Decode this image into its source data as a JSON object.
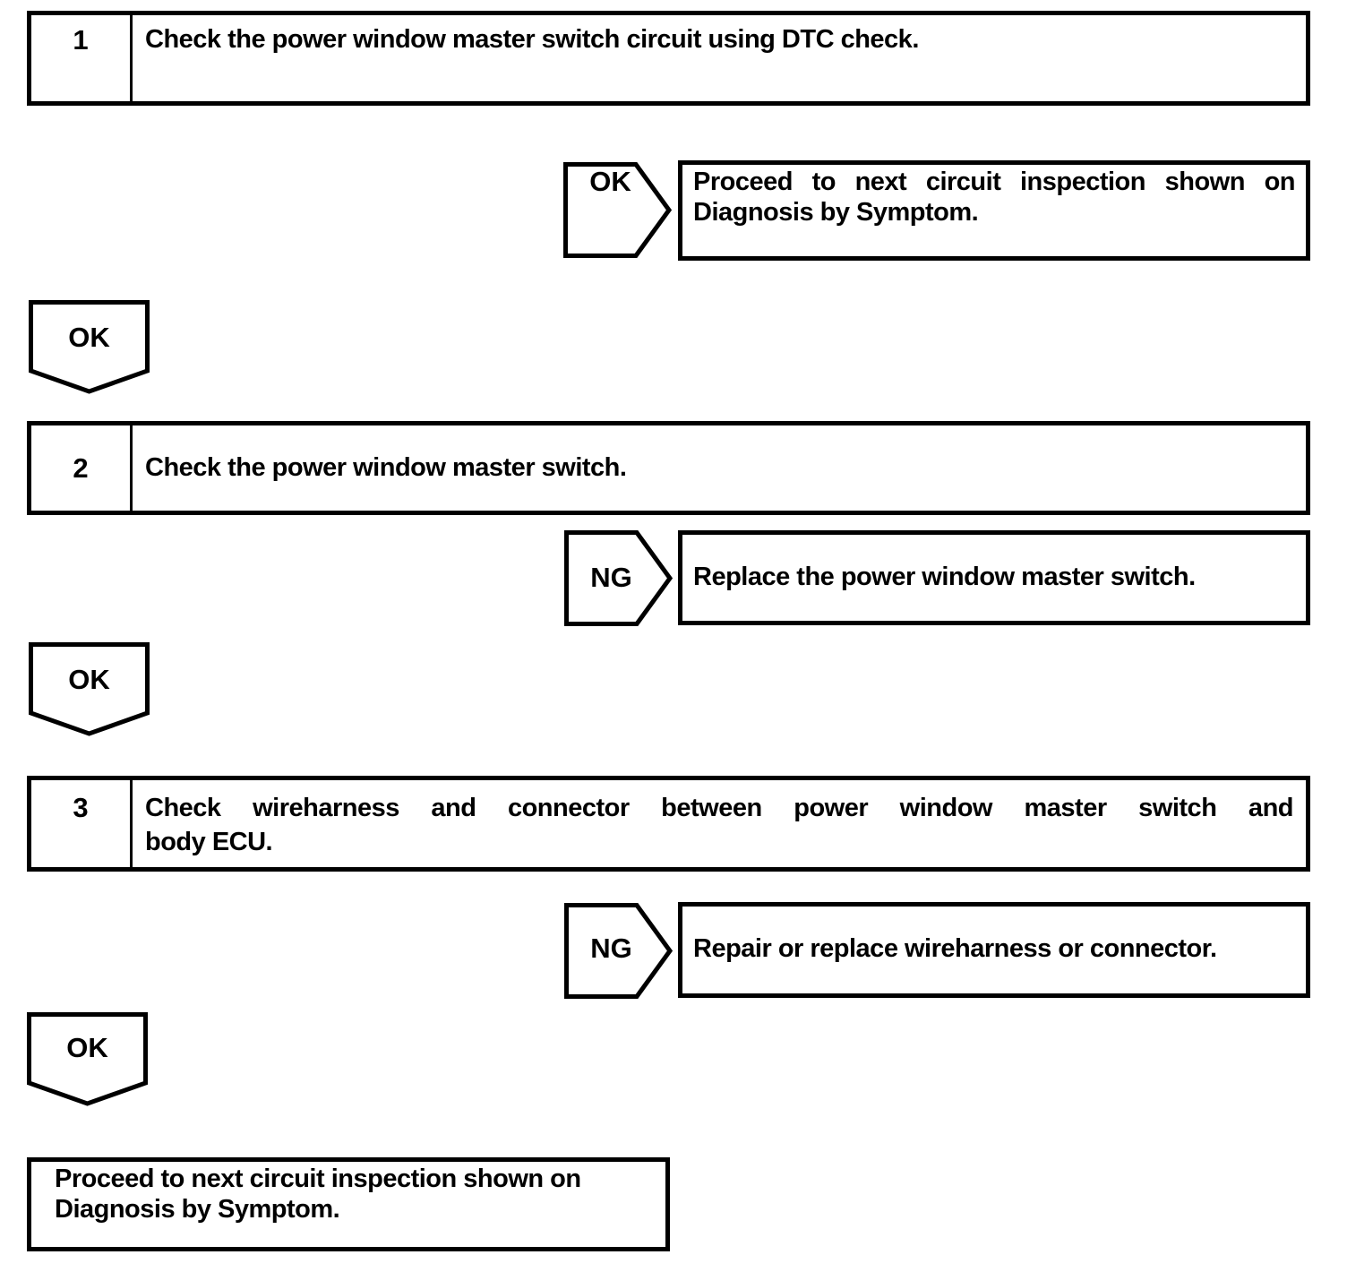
{
  "colors": {
    "ink": "#000000",
    "paper": "#ffffff"
  },
  "steps": [
    {
      "number": "1",
      "lines": [
        "Check the power window master switch circuit using DTC check."
      ]
    },
    {
      "number": "2",
      "lines": [
        "Check the power window master switch."
      ]
    },
    {
      "number": "3",
      "lines": [
        "Check wireharness and connector between power window master switch and",
        "body ECU."
      ]
    }
  ],
  "branches": [
    {
      "label": "OK",
      "lines": [
        "Proceed to next circuit inspection shown on",
        "Diagnosis by Symptom."
      ]
    },
    {
      "label": "NG",
      "lines": [
        "Replace the power window master switch."
      ]
    },
    {
      "label": "NG",
      "lines": [
        "Repair or replace wireharness or connector."
      ]
    }
  ],
  "connectors": [
    {
      "label": "OK"
    },
    {
      "label": "OK"
    },
    {
      "label": "OK"
    }
  ],
  "terminal": {
    "lines": [
      "Proceed to next circuit inspection shown on",
      "Diagnosis by Symptom."
    ]
  }
}
